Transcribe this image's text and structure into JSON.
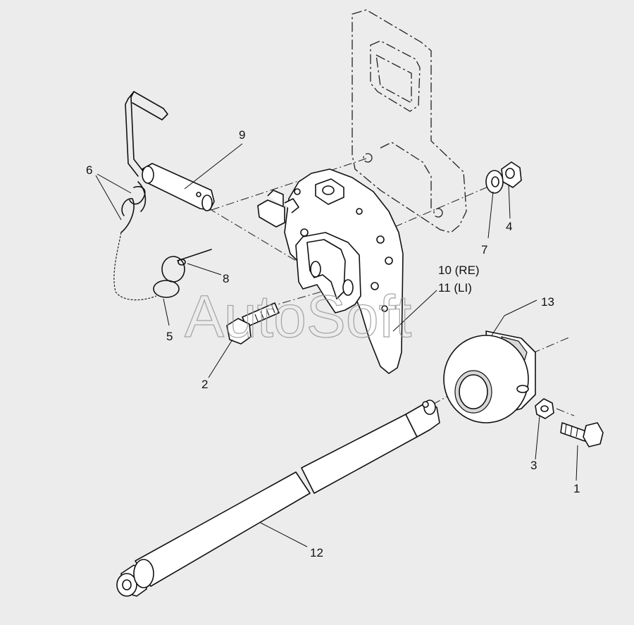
{
  "watermark": "AutoSoft",
  "callouts": {
    "c1": "1",
    "c2": "2",
    "c3": "3",
    "c4": "4",
    "c5": "5",
    "c6": "6",
    "c7": "7",
    "c8": "8",
    "c9": "9",
    "c10": "10 (RE)",
    "c11": "11 (LI)",
    "c12": "12",
    "c13": "13"
  }
}
